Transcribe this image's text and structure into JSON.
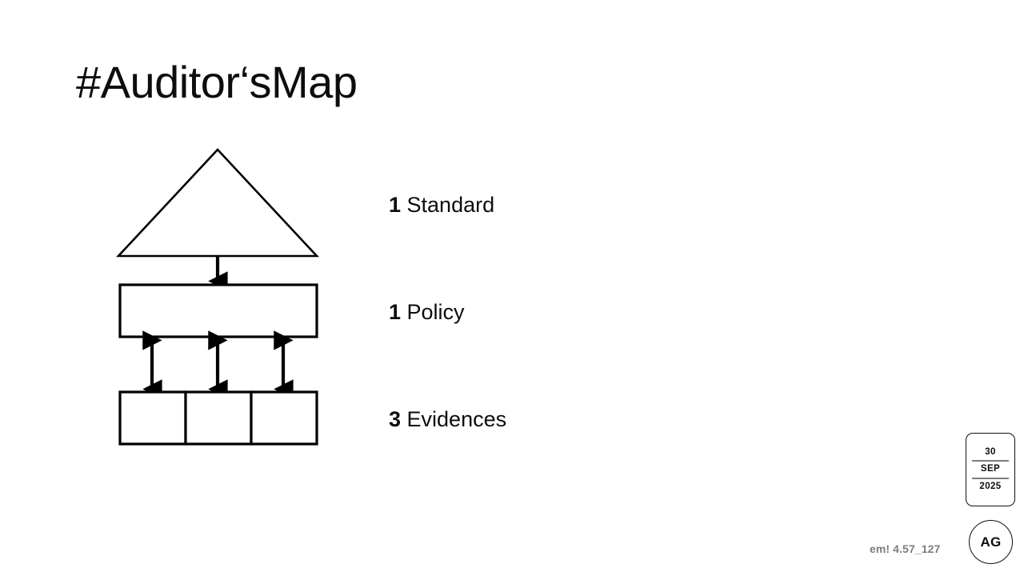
{
  "slide": {
    "title": "#Auditor‘sMap",
    "background_color": "#ffffff",
    "stroke_color": "#000000",
    "muted_color": "#7d7d7d"
  },
  "diagram": {
    "name": "pyramid-hierarchy-diagram",
    "shapes": {
      "apex_triangle": "standard-triangle",
      "middle_bar": "policy-bar",
      "evidence_boxes": [
        "evidence-box-1",
        "evidence-box-2",
        "evidence-box-3"
      ]
    },
    "connectors": {
      "triangle_to_policy": "single-down-arrow",
      "policy_to_evidence": [
        "double-headed-arrow-1",
        "double-headed-arrow-2",
        "double-headed-arrow-3"
      ]
    }
  },
  "labels": [
    {
      "count": "1",
      "text": " Standard"
    },
    {
      "count": "1",
      "text": " Policy"
    },
    {
      "count": "3",
      "text": " Evidences"
    }
  ],
  "date_badge": {
    "day": "30",
    "month": "SEP",
    "year": "2025"
  },
  "avatar": {
    "initials": "AG"
  },
  "footer": {
    "note": "em! 4.57_127"
  }
}
